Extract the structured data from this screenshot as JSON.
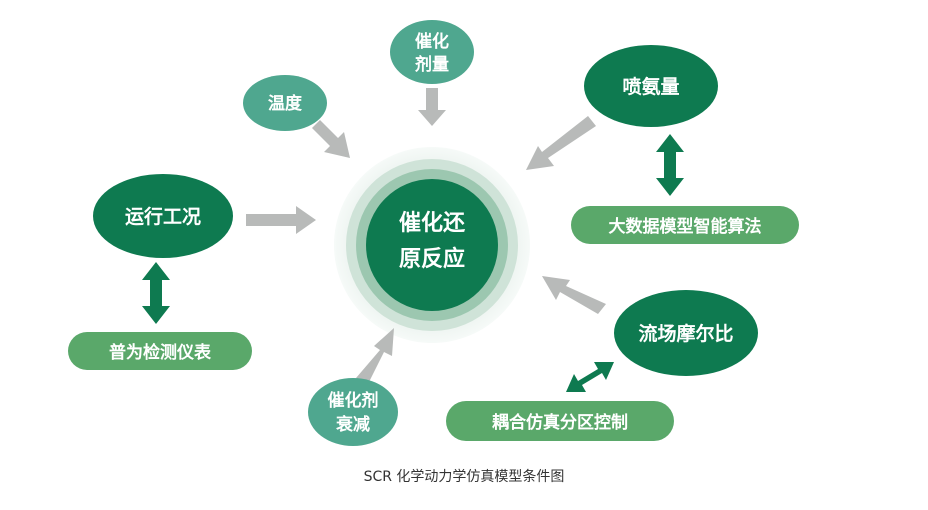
{
  "center": {
    "line1": "催化还",
    "line2": "原反应"
  },
  "nodes": {
    "catalyst_dose": {
      "line1": "催化",
      "line2": "剂量"
    },
    "temperature": {
      "label": "温度"
    },
    "ammonia_injection": {
      "label": "喷氨量"
    },
    "big_data_algorithm": {
      "label": "大数据模型智能算法"
    },
    "operating_condition": {
      "label": "运行工况"
    },
    "common_instruments": {
      "label": "普为检测仪表"
    },
    "flow_mole_ratio": {
      "label": "流场摩尔比"
    },
    "coupled_simulation": {
      "label": "耦合仿真分区控制"
    },
    "catalyst_decay": {
      "line1": "催化剂",
      "line2": "衰减"
    }
  },
  "caption": "SCR 化学动力学仿真模型条件图",
  "colors": {
    "dark_green": "#0e7a50",
    "teal": "#4fa78f",
    "light_green": "#5aa86a",
    "arrow_gray": "#b8bab9",
    "arrow_green": "#0e7a50"
  }
}
